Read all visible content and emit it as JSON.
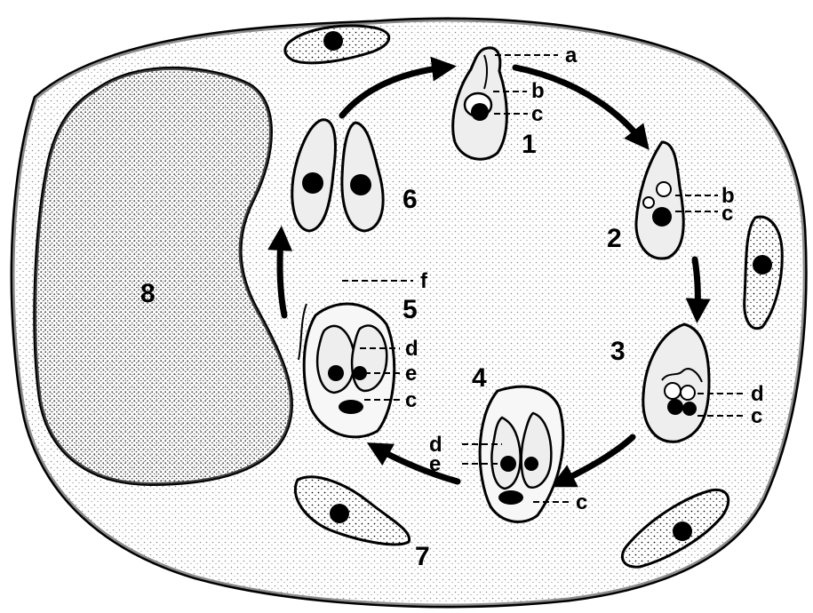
{
  "stage_numbers": [
    "1",
    "2",
    "3",
    "4",
    "5",
    "6",
    "7",
    "8"
  ],
  "structure_letters": [
    "a",
    "b",
    "c",
    "d",
    "e",
    "f"
  ],
  "colors": {
    "ink": "#000000",
    "paper": "#ffffff",
    "cell_fill": "#eeeeee",
    "cytoplasm_fill": "#f7f7f7"
  }
}
